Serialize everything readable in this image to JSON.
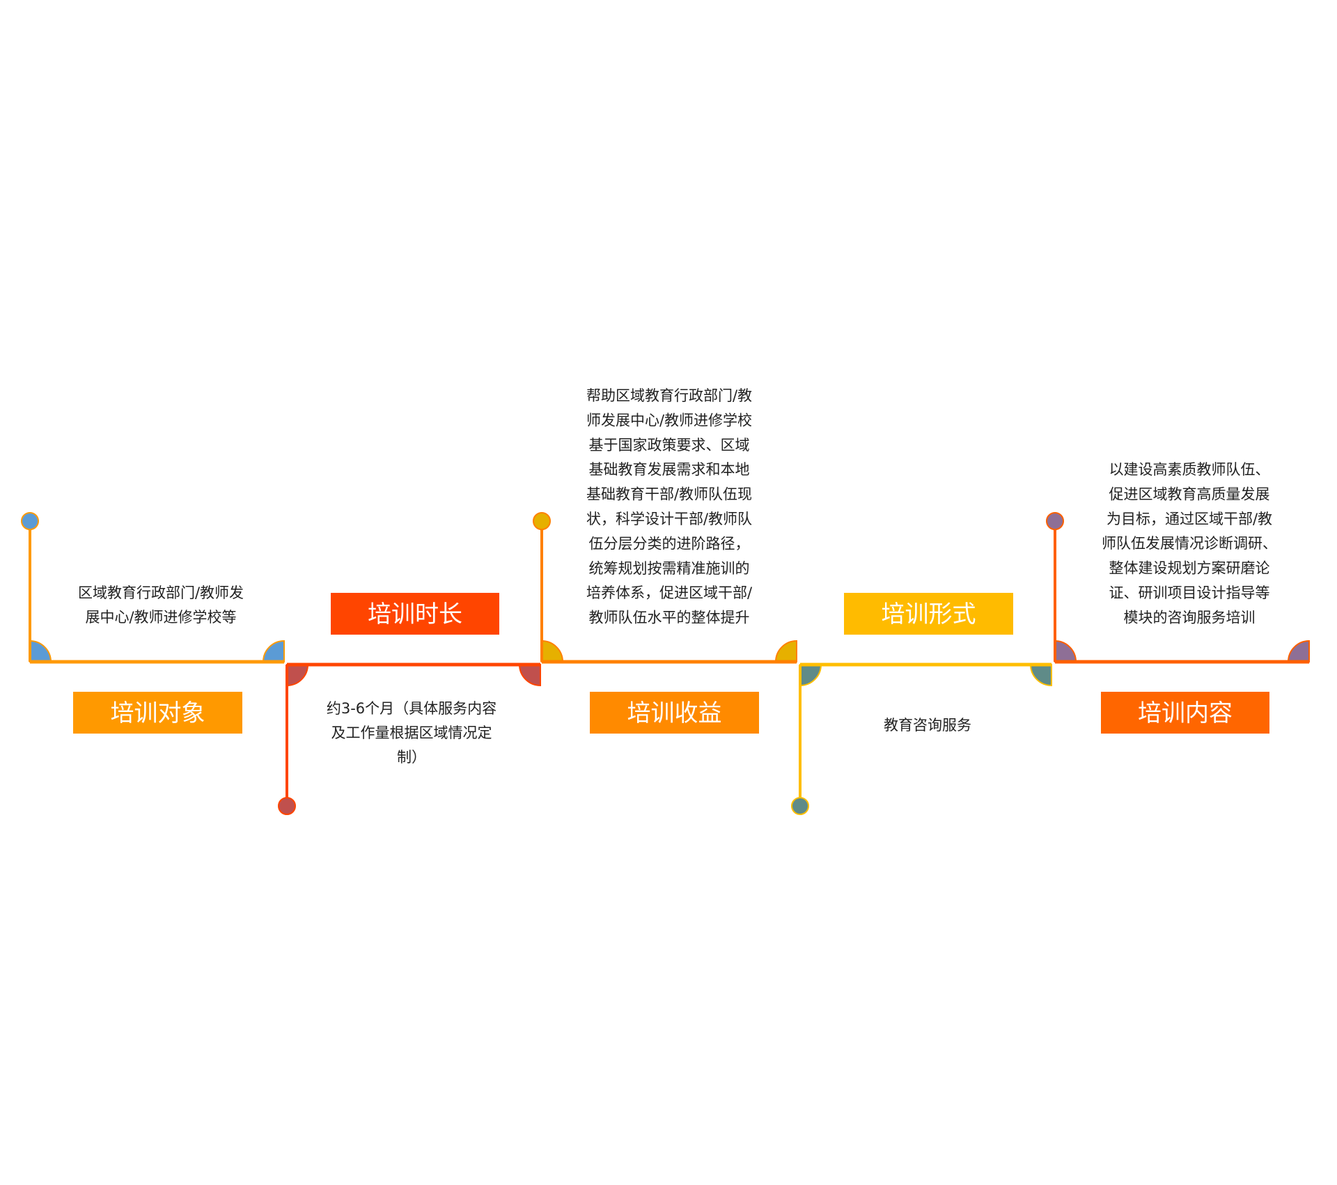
{
  "timeline": {
    "segments": [
      {
        "label": "培训对象",
        "text_lines": [
          "区域教育行政部门/教师发",
          "展中心/教师进修学校等"
        ],
        "line_color": "#FF9A0A",
        "accent_color": "#5B9BD5",
        "label_color": "#FF9900"
      },
      {
        "label": "培训时长",
        "text_lines": [
          "约3-6个月（具体服务内容",
          "及工作量根据区域情况定",
          "制）"
        ],
        "line_color": "#FF4500",
        "accent_color": "#C0504D",
        "label_color": "#FF4500"
      },
      {
        "label": "培训收益",
        "text_lines": [
          "帮助区域教育行政部门/教",
          "师发展中心/教师进修学校",
          "基于国家政策要求、区域",
          "基础教育发展需求和本地",
          "基础教育干部/教师队伍现",
          "状，科学设计干部/教师队",
          "伍分层分类的进阶路径，",
          "统筹规划按需精准施训的",
          "培养体系，促进区域干部/",
          "教师队伍水平的整体提升"
        ],
        "line_color": "#FF8000",
        "accent_color": "#E6B000",
        "label_color": "#FF8A00"
      },
      {
        "label": "培训形式",
        "text_lines": [
          "教育咨询服务"
        ],
        "line_color": "#FFBE00",
        "accent_color": "#5F8B88",
        "label_color": "#FFBB00"
      },
      {
        "label": "培训内容",
        "text_lines": [
          "以建设高素质教师队伍、",
          "促进区域教育高质量发展",
          "为目标，通过区域干部/教",
          "师队伍发展情况诊断调研、",
          "整体建设规划方案研磨论",
          "证、研训项目设计指导等",
          "模块的咨询服务培训"
        ],
        "line_color": "#FF6000",
        "accent_color": "#8E6F96",
        "label_color": "#FF6600"
      }
    ]
  }
}
